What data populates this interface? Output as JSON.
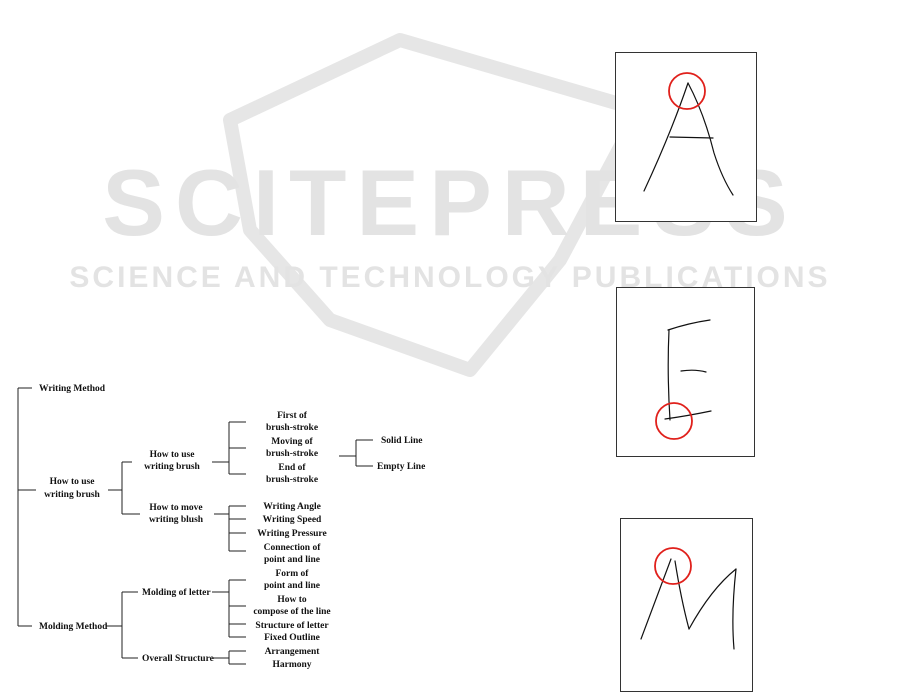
{
  "watermark": {
    "brand": "SCITEPRESS",
    "tagline": "SCIENCE AND TECHNOLOGY PUBLICATIONS",
    "color": "#e3e3e3"
  },
  "tree": {
    "root_writing": "Writing Method",
    "use_brush": [
      "How to use",
      "writing brush"
    ],
    "use_brush_sub": [
      "How to use",
      "writing brush"
    ],
    "first_stroke": [
      "First of",
      "brush-stroke"
    ],
    "moving_stroke": [
      "Moving of",
      "brush-stroke"
    ],
    "end_stroke": [
      "End of",
      "brush-stroke"
    ],
    "solid_line": "Solid Line",
    "empty_line": "Empty Line",
    "move_brush": [
      "How to move",
      "writing blush"
    ],
    "writing_angle": "Writing Angle",
    "writing_speed": "Writing Speed",
    "writing_pressure": "Writing Pressure",
    "connection": [
      "Connection of",
      "point and line"
    ],
    "molding_method": "Molding Method",
    "molding_letter": "Molding of letter",
    "form_point": [
      "Form of",
      "point and line"
    ],
    "compose_line": [
      "How to",
      "compose of the line"
    ],
    "structure_letter": "Structure of letter",
    "fixed_outline": "Fixed Outline",
    "overall_structure": "Overall Structure",
    "arrangement": "Arrangement",
    "harmony": "Harmony"
  },
  "panels": {
    "highlight_color": "#e0201b",
    "stroke_color": "#111111"
  }
}
